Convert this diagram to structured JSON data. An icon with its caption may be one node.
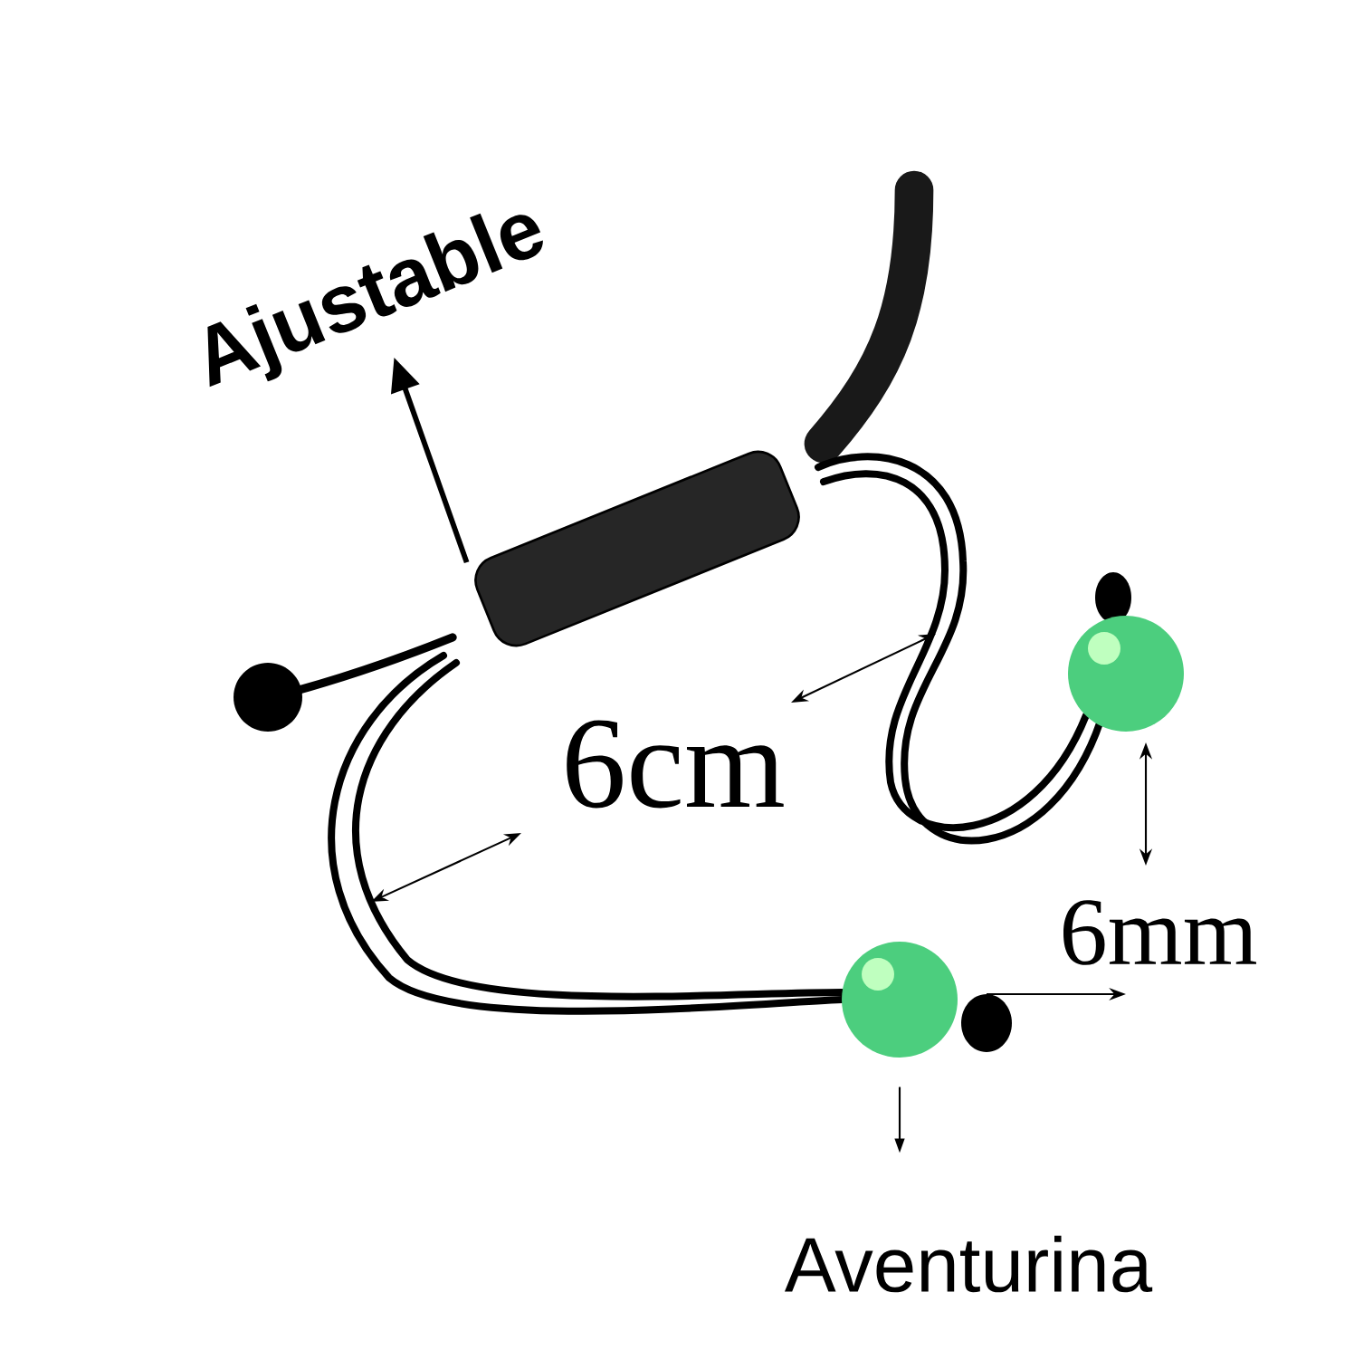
{
  "diagram": {
    "nodes": [
      {
        "text": [
          "Ajustable"
        ]
      },
      {
        "text": [],
        "shape": "picture"
      },
      {
        "text": [],
        "shape": "circle"
      },
      {
        "text": [
          "Aventurina"
        ]
      }
    ],
    "edges": [
      {
        "from": 1,
        "to": 0,
        "arrow": "to",
        "style": "thick"
      },
      {
        "from": 2,
        "to": 3,
        "arrow": "to"
      }
    ],
    "labels": [
      "6cm",
      "6mm"
    ]
  }
}
